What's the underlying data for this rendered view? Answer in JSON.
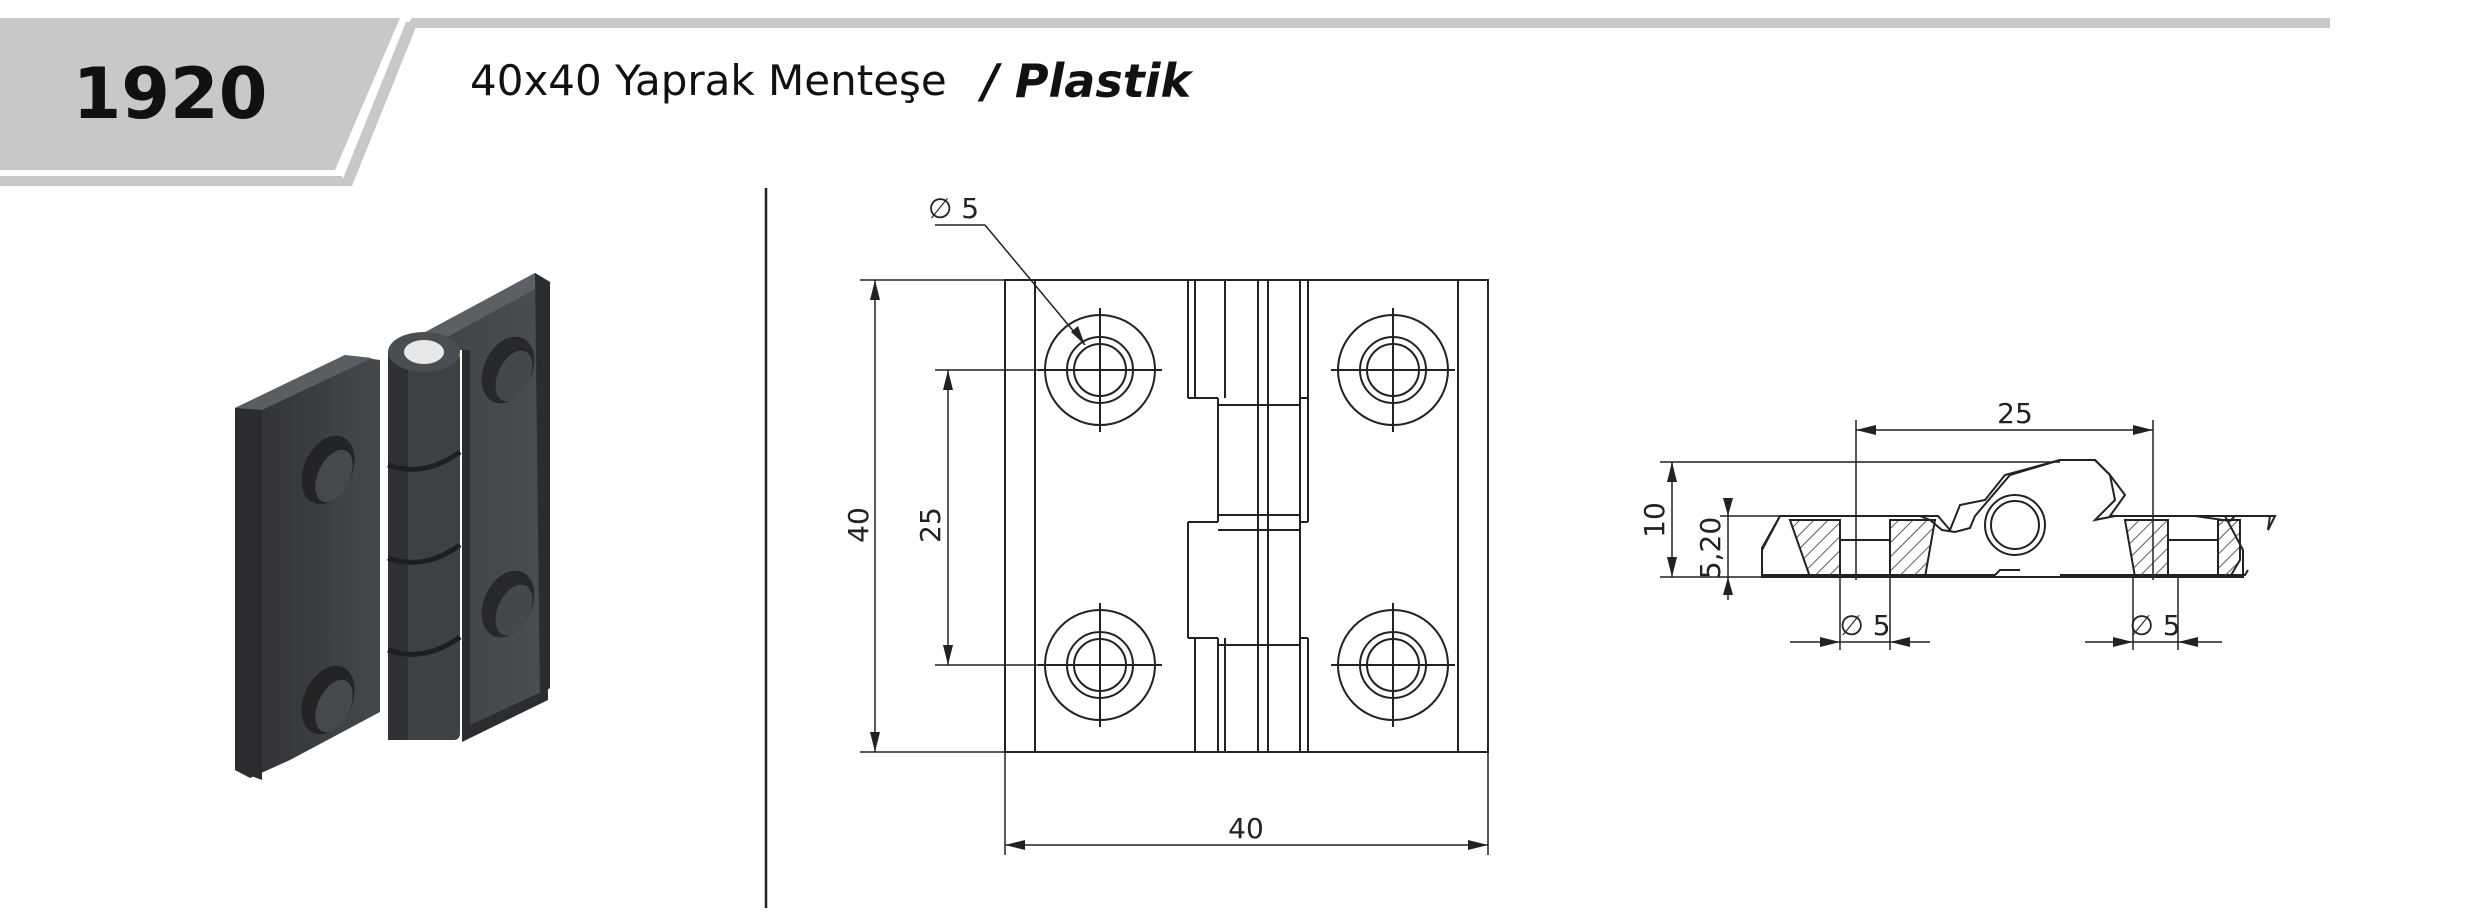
{
  "header": {
    "code": "1920",
    "title": "40x40 Yaprak Menteşe",
    "material": "/ Plastik"
  },
  "front_view": {
    "hole_diameter": "∅ 5",
    "height": "40",
    "hole_spacing": "25",
    "width": "40"
  },
  "side_view": {
    "hole_spacing": "25",
    "height": "10",
    "leaf_thickness": "5,20",
    "hole_left": "∅ 5",
    "hole_right": "∅ 5"
  },
  "colors": {
    "header_band": "#c8c8c8",
    "line": "#222222",
    "product": "#3a3c3f"
  }
}
